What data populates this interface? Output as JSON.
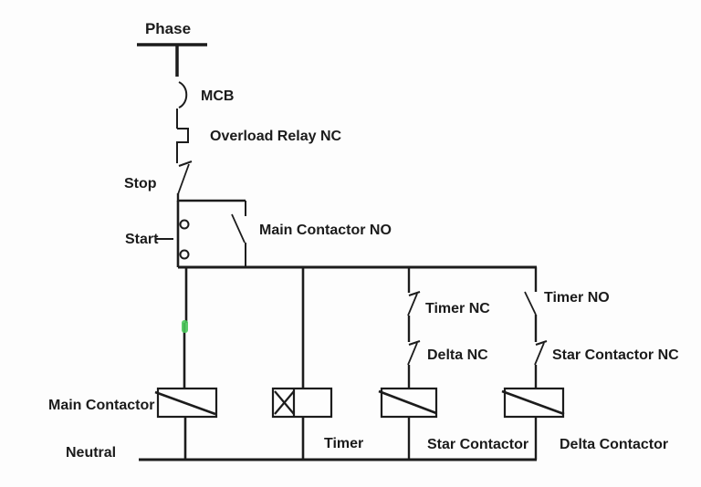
{
  "diagram": {
    "kind": "control-wiring-ladder-diagram",
    "subject": "star-delta starter control circuit",
    "colors": {
      "line": "#1c1c1c",
      "background": "#fdfdfd",
      "marker_green": "#49c75a"
    },
    "labels": {
      "phase": "Phase",
      "mcb": "MCB",
      "overload_relay": "Overload Relay NC",
      "stop": "Stop",
      "start": "Start",
      "main_contactor_no": "Main Contactor NO",
      "timer_nc": "Timer NC",
      "timer_no": "Timer NO",
      "delta_nc": "Delta NC",
      "star_contactor_nc": "Star Contactor NC",
      "main_contactor_coil": "Main Contactor",
      "timer_coil": "Timer",
      "star_contactor_coil": "Star Contactor",
      "delta_contactor_coil": "Delta Contactor",
      "neutral": "Neutral"
    },
    "symbols": [
      {
        "name": "mcb-breaker-symbol",
        "meaning": "miniature circuit breaker (arc in wire)"
      },
      {
        "name": "overload-relay-symbol",
        "meaning": "thermal overload relay NC (rectangular jog in wire)"
      },
      {
        "name": "nc-contact-symbol",
        "meaning": "normally-closed contact (slash with tick)"
      },
      {
        "name": "no-contact-symbol",
        "meaning": "normally-open contact (open slash)"
      },
      {
        "name": "push-button-symbol",
        "meaning": "start push button (two circle terminals)"
      },
      {
        "name": "coil-symbol",
        "meaning": "contactor coil (rectangle with diagonal)"
      },
      {
        "name": "timer-coil-symbol",
        "meaning": "timer coil (rectangle with hourglass X)"
      },
      {
        "name": "green-marker",
        "meaning": "small green highlight blob on wire"
      }
    ],
    "branches": [
      {
        "coil": "Main Contactor",
        "contacts_in_series": []
      },
      {
        "coil": "Timer",
        "contacts_in_series": []
      },
      {
        "coil": "Star Contactor",
        "contacts_in_series": [
          "Timer NC",
          "Delta NC"
        ]
      },
      {
        "coil": "Delta Contactor",
        "contacts_in_series": [
          "Timer NO",
          "Star Contactor NC"
        ]
      }
    ],
    "rails": {
      "top": "Phase",
      "bottom": "Neutral"
    }
  }
}
